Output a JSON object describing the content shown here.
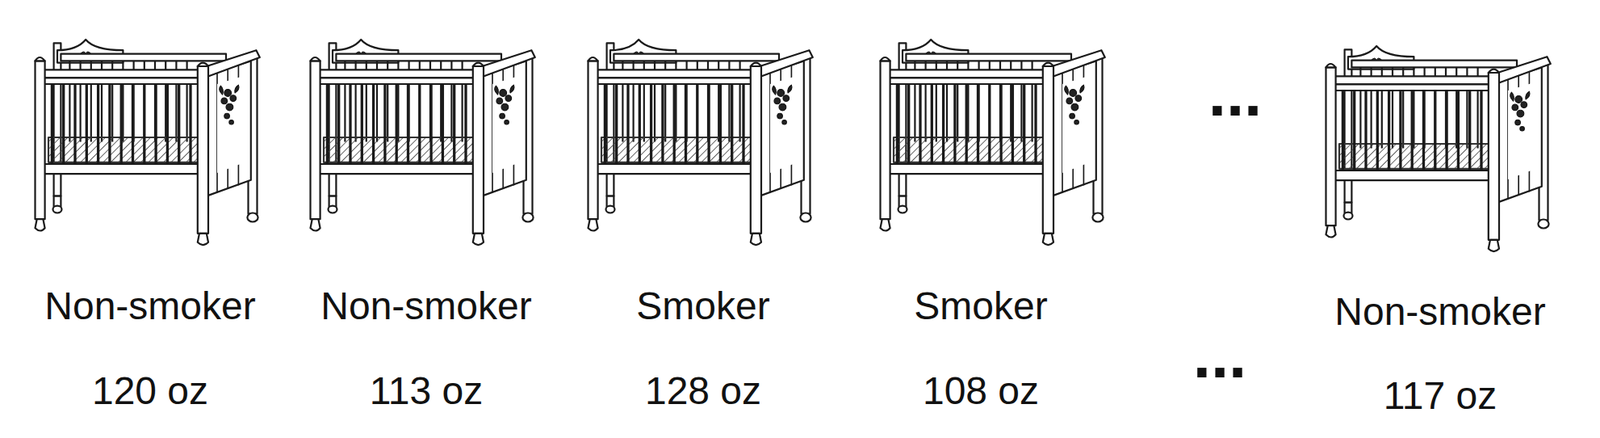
{
  "diagram": {
    "labels": [
      "Non-smoker",
      "120 oz",
      "Non-smoker",
      "113 oz",
      "Smoker",
      "128 oz",
      "Smoker",
      "108 oz",
      "...",
      "...",
      "Non-smoker",
      "117 oz"
    ]
  }
}
